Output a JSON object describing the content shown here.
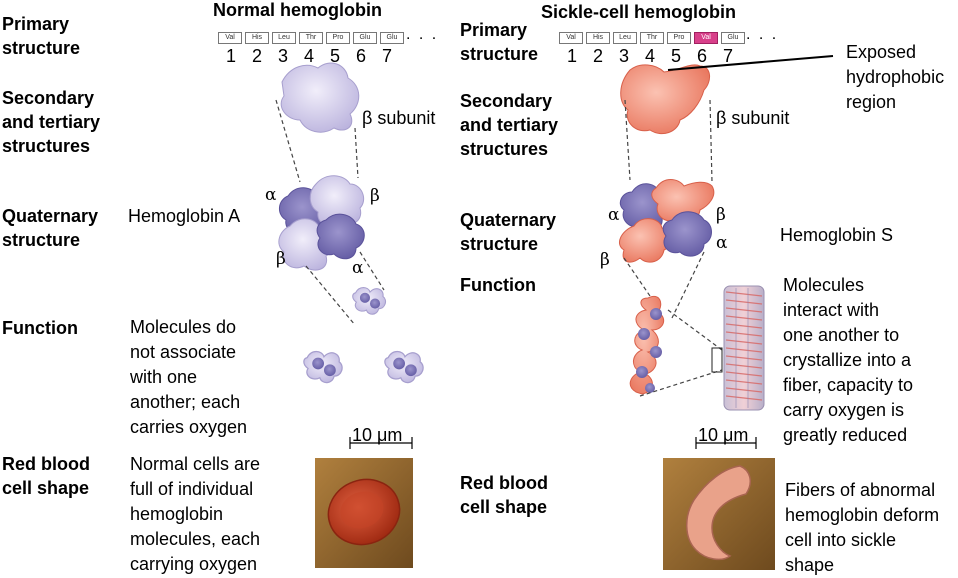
{
  "headers": {
    "normal_title": "Normal hemoglobin",
    "sickle_title": "Sickle-cell hemoglobin"
  },
  "rows": {
    "primary_line1": "Primary",
    "primary_line2": "structure",
    "secondary_line1": "Secondary",
    "secondary_line2": "and tertiary",
    "secondary_line3": "structures",
    "quaternary_line1": "Quaternary",
    "quaternary_line2": "structure",
    "function": "Function",
    "rbc_line1": "Red blood",
    "rbc_line2": "cell shape"
  },
  "normal": {
    "sequence": [
      "Val",
      "His",
      "Leu",
      "Thr",
      "Pro",
      "Glu",
      "Glu"
    ],
    "numbers": [
      "1",
      "2",
      "3",
      "4",
      "5",
      "6",
      "7"
    ],
    "ellipsis": ". . .",
    "beta_subunit": "β subunit",
    "alpha": "α",
    "beta": "β",
    "hemoglobin_name": "Hemoglobin A",
    "function_lines": [
      "Molecules do",
      "not associate",
      "with one",
      "another; each",
      "carries oxygen"
    ],
    "scale": "10 μm",
    "rbc_lines": [
      "Normal cells are",
      "full of individual",
      "hemoglobin",
      "molecules, each",
      "carrying oxygen"
    ]
  },
  "sickle": {
    "sequence": [
      "Val",
      "His",
      "Leu",
      "Thr",
      "Pro",
      "Val",
      "Glu"
    ],
    "numbers": [
      "1",
      "2",
      "3",
      "4",
      "5",
      "6",
      "7"
    ],
    "ellipsis": ". . .",
    "exposed_lines": [
      "Exposed",
      "hydrophobic",
      "region"
    ],
    "beta_subunit": "β subunit",
    "alpha": "α",
    "beta": "β",
    "hemoglobin_name": "Hemoglobin S",
    "function_lines": [
      "Molecules",
      "interact with",
      "one another to",
      "crystallize into a",
      "fiber, capacity to",
      "carry oxygen is",
      "greatly reduced"
    ],
    "scale": "10 μm",
    "rbc_lines": [
      "Fibers of abnormal",
      "hemoglobin deform",
      "cell into sickle",
      "shape"
    ]
  },
  "colors": {
    "normal_protein": "#c9c3e6",
    "alpha_chain": "#7c74b8",
    "sickle_protein": "#f0907a",
    "highlight_residue": "#d8408a",
    "normal_rbc": "#c8421e",
    "sickle_rbc": "#e3957d"
  }
}
